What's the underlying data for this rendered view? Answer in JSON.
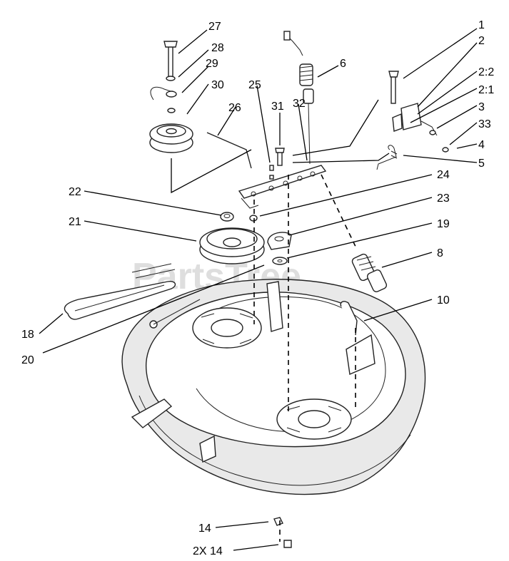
{
  "watermark": "PartsTree",
  "callouts": {
    "c1": "1",
    "c2": "2",
    "c2_2": "2:2",
    "c2_1": "2:1",
    "c3": "3",
    "c33": "33",
    "c4": "4",
    "c5": "5",
    "c6": "6",
    "c8": "8",
    "c10": "10",
    "c14a": "14",
    "c14b": "2X 14",
    "c18": "18",
    "c19": "19",
    "c20": "20",
    "c21": "21",
    "c22": "22",
    "c23": "23",
    "c24": "24",
    "c25": "25",
    "c26": "26",
    "c27": "27",
    "c28": "28",
    "c29": "29",
    "c30": "30",
    "c31": "31",
    "c32": "32"
  }
}
